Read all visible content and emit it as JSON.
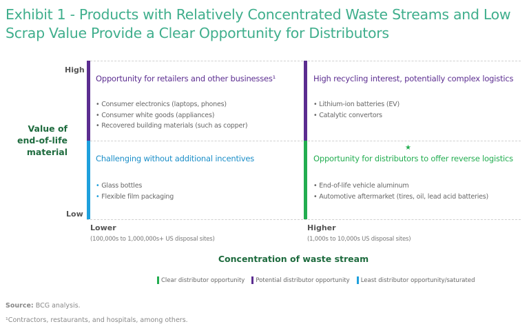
{
  "title": "Exhibit 1 - Products with Relatively Concentrated Waste Streams and Low Scrap Value Provide a Clear Opportunity for Distributors",
  "colors": {
    "purple": "#5b2d90",
    "blue": "#1ea0dc",
    "green": "#22ad50",
    "title": "#3fae8c",
    "axis_title": "#1e6b3e"
  },
  "y_axis": {
    "label": "Value of end-of-life material",
    "high": "High",
    "low": "Low"
  },
  "x_axis": {
    "label": "Concentration of waste stream",
    "lower": "Lower",
    "lower_sub": "(100,000s to 1,000,000s+ US disposal sites)",
    "higher": "Higher",
    "higher_sub": "(1,000s to 10,000s US disposal sites)"
  },
  "quadrants": [
    {
      "title": "Opportunity for retailers and other businesses¹",
      "items": [
        "Consumer electronics (laptops, phones)",
        "Consumer white goods (appliances)",
        "Recovered building materials (such as copper)"
      ]
    },
    {
      "title": "High recycling interest, potentially complex logistics",
      "items": [
        "Lithium-ion batteries (EV)",
        "Catalytic convertors"
      ]
    },
    {
      "title": "Challenging without additional incentives",
      "items": [
        "Glass bottles",
        "Flexible film packaging"
      ]
    },
    {
      "title": "Opportunity for distributors to offer reverse logistics",
      "items": [
        "End-of-life vehicle aluminum",
        "Automotive aftermarket (tires, oil, lead acid batteries)"
      ],
      "marker": "★"
    }
  ],
  "legend": [
    "Clear distributor opportunity",
    "Potential distributor opportunity",
    "Least distributor opportunity/saturated"
  ],
  "source_label": "Source:",
  "source_text": " BCG analysis.",
  "footnote": "¹Contractors, restaurants, and hospitals, among others."
}
